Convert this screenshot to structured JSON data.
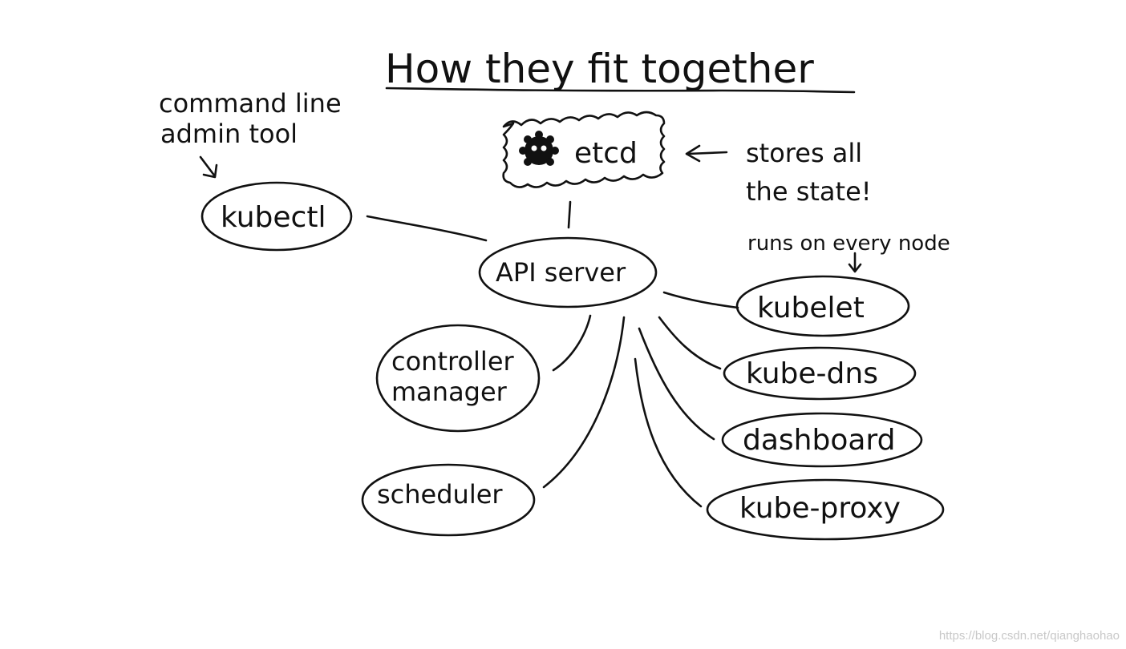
{
  "title": "How they fit together",
  "nodes": {
    "etcd": "etcd",
    "kubectl": "kubectl",
    "api_server": "API server",
    "controller_manager_line1": "controller",
    "controller_manager_line2": "manager",
    "scheduler": "scheduler",
    "kubelet": "kubelet",
    "kube_dns": "kube-dns",
    "dashboard": "dashboard",
    "kube_proxy": "kube-proxy"
  },
  "annotations": {
    "kubectl_note_line1": "command line",
    "kubectl_note_line2": "admin tool",
    "etcd_note_line1": "stores all",
    "etcd_note_line2": "the state!",
    "kubelet_note": "runs on every node"
  },
  "icons": {
    "etcd_logo": "etcd-logo-icon"
  },
  "watermark": "https://blog.csdn.net/qianghaohao"
}
